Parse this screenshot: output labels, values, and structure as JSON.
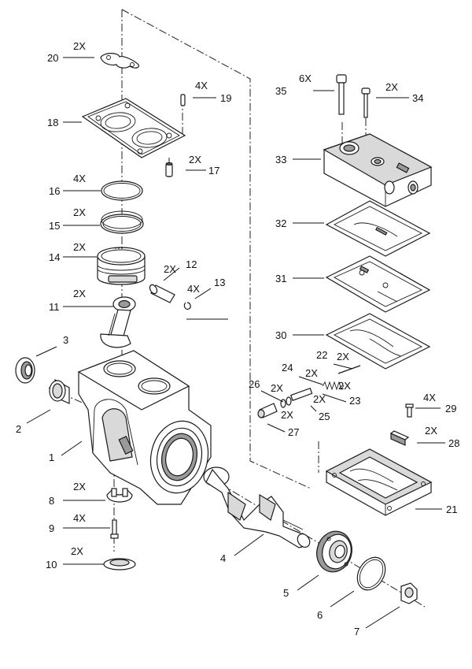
{
  "callouts": [
    {
      "num": "1",
      "qty": ""
    },
    {
      "num": "2",
      "qty": ""
    },
    {
      "num": "3",
      "qty": ""
    },
    {
      "num": "4",
      "qty": ""
    },
    {
      "num": "5",
      "qty": ""
    },
    {
      "num": "6",
      "qty": ""
    },
    {
      "num": "7",
      "qty": ""
    },
    {
      "num": "8",
      "qty": "2X"
    },
    {
      "num": "9",
      "qty": "4X"
    },
    {
      "num": "10",
      "qty": "2X"
    },
    {
      "num": "11",
      "qty": "2X"
    },
    {
      "num": "12",
      "qty": "2X"
    },
    {
      "num": "13",
      "qty": "4X"
    },
    {
      "num": "14",
      "qty": "2X"
    },
    {
      "num": "15",
      "qty": "2X"
    },
    {
      "num": "16",
      "qty": "4X"
    },
    {
      "num": "17",
      "qty": "2X"
    },
    {
      "num": "18",
      "qty": ""
    },
    {
      "num": "19",
      "qty": "4X"
    },
    {
      "num": "20",
      "qty": "2X"
    },
    {
      "num": "21",
      "qty": ""
    },
    {
      "num": "22",
      "qty": "2X"
    },
    {
      "num": "23",
      "qty": "2X"
    },
    {
      "num": "24",
      "qty": "2X"
    },
    {
      "num": "25",
      "qty": "2X"
    },
    {
      "num": "26",
      "qty": "2X"
    },
    {
      "num": "27",
      "qty": "2X"
    },
    {
      "num": "28",
      "qty": "2X"
    },
    {
      "num": "29",
      "qty": "4X"
    },
    {
      "num": "30",
      "qty": ""
    },
    {
      "num": "31",
      "qty": ""
    },
    {
      "num": "32",
      "qty": ""
    },
    {
      "num": "33",
      "qty": ""
    },
    {
      "num": "34",
      "qty": "2X"
    },
    {
      "num": "35",
      "qty": "6X"
    }
  ]
}
